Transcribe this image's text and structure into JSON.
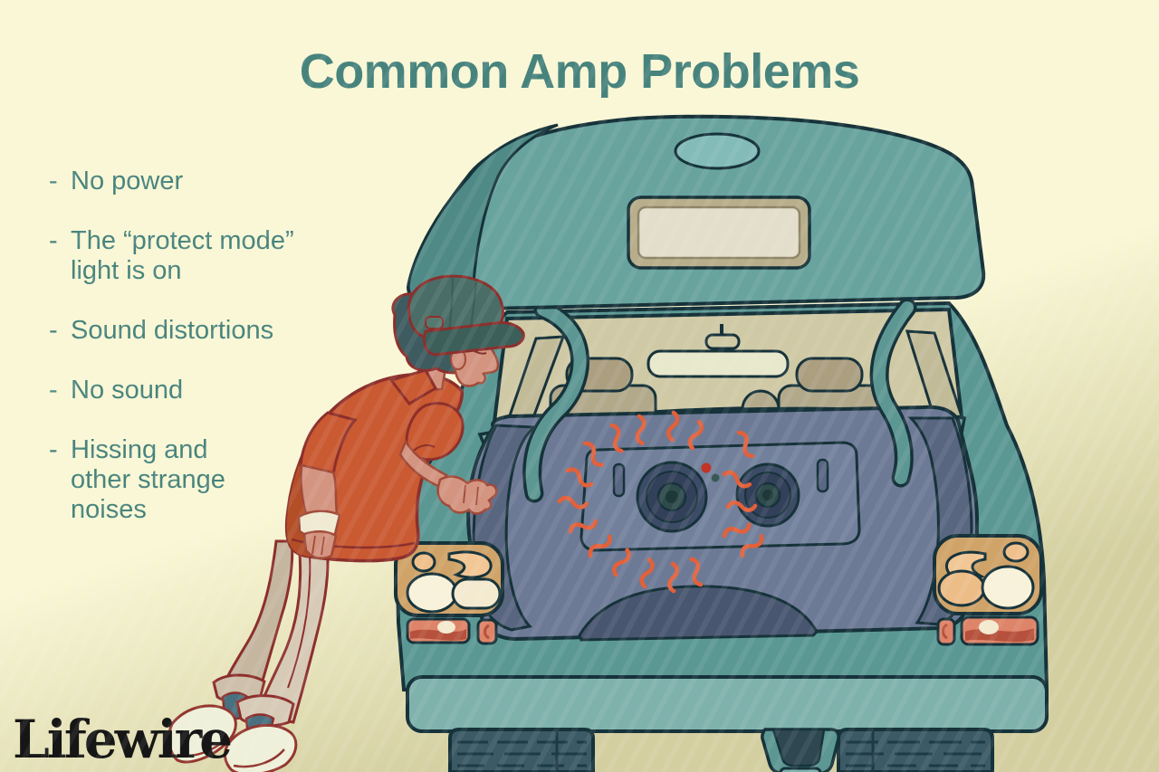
{
  "page": {
    "title": "Common Amp Problems",
    "brand": "Lifewire"
  },
  "list": {
    "dash": "-",
    "items": [
      "No power",
      "The “protect mode”\nlight is on",
      "Sound distortions",
      "No sound",
      "Hissing and\nother strange\nnoises"
    ]
  },
  "illustration": {
    "alt": "Person in a rust-red shirt and backwards teal cap leaning on tiptoes into the open hatch of a teal car, inspecting an overheating trunk amplifier with two speakers radiating orange heat squiggles",
    "colors": {
      "background_cream": "#f9f7d5",
      "background_khaki": "#d6d1a0",
      "accent_text_teal": "#47837d",
      "car_teal": "#5b9894",
      "trunk_slate": "#6d7a96",
      "heat_squiggle_orange": "#e2603a",
      "indicator_red": "#c13426",
      "tail_light_amber": "#d0a368",
      "shirt_rust": "#ca5a32",
      "logo_black": "#161616"
    }
  }
}
